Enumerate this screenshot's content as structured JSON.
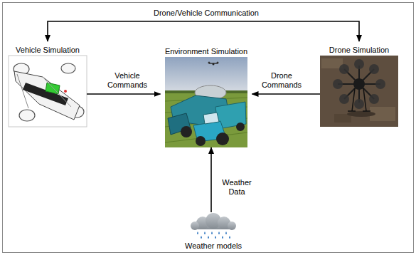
{
  "diagram": {
    "nodes": [
      {
        "text": [
          "Vehicle Simulation"
        ]
      },
      {
        "text": [
          "Environment Simulation"
        ]
      },
      {
        "text": [
          "Drone Simulation"
        ]
      },
      {
        "text": [
          "Weather models"
        ]
      }
    ],
    "edges": [
      {
        "from": 0,
        "to": 2,
        "label": "Drone/Vehicle Communication",
        "arrow": "both"
      },
      {
        "from": 0,
        "to": 1,
        "label": "Vehicle Commands",
        "arrow": "to"
      },
      {
        "from": 2,
        "to": 1,
        "label": "Drone Commands",
        "arrow": "to"
      },
      {
        "from": 3,
        "to": 1,
        "label": "Weather Data",
        "arrow": "to"
      }
    ]
  }
}
